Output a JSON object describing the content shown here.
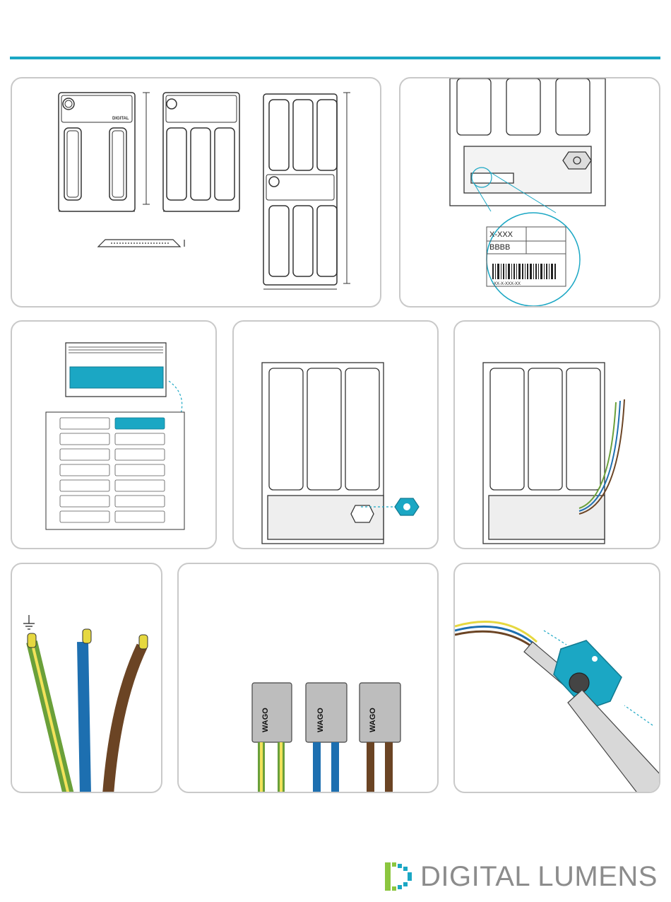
{
  "brand": {
    "name": "DIGITAL LUMENS",
    "mark_line1": "DIGITAL",
    "mark_line2": "LUMENS",
    "accent": "#1ba7c4",
    "logo_blue": "#1ba7c4",
    "logo_green": "#8cc63f"
  },
  "label_zoom": {
    "line1": "X-XXX",
    "line2": "BBBB",
    "serial": "-XX-X-XXX-XX"
  },
  "connector": {
    "brand": "WAGO"
  },
  "wires": {
    "ground": "#6aa03a",
    "ground_stripe": "#f2e25a",
    "neutral": "#1d6fb0",
    "live": "#6b4424",
    "tip": "#e6d840"
  }
}
